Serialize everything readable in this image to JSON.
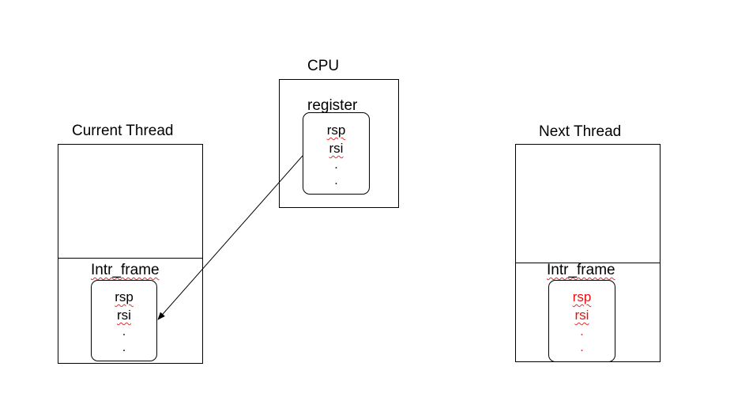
{
  "cpu": {
    "title": "CPU",
    "register_label": "register",
    "regs": [
      "rsp",
      "rsi"
    ],
    "dots": [
      ".",
      "."
    ]
  },
  "current_thread": {
    "title": "Current Thread",
    "frame_label": "Intr_frame",
    "regs": [
      "rsp",
      "rsi"
    ],
    "dots": [
      ".",
      "."
    ]
  },
  "next_thread": {
    "title": "Next Thread",
    "frame_label": "Intr_frame",
    "regs": [
      "rsp",
      "rsi"
    ],
    "dots": [
      ".",
      "."
    ],
    "reg_color": "#e81010"
  },
  "arrow": {
    "from": "cpu-register-box",
    "to": "current-thread-intr-frame-box"
  }
}
